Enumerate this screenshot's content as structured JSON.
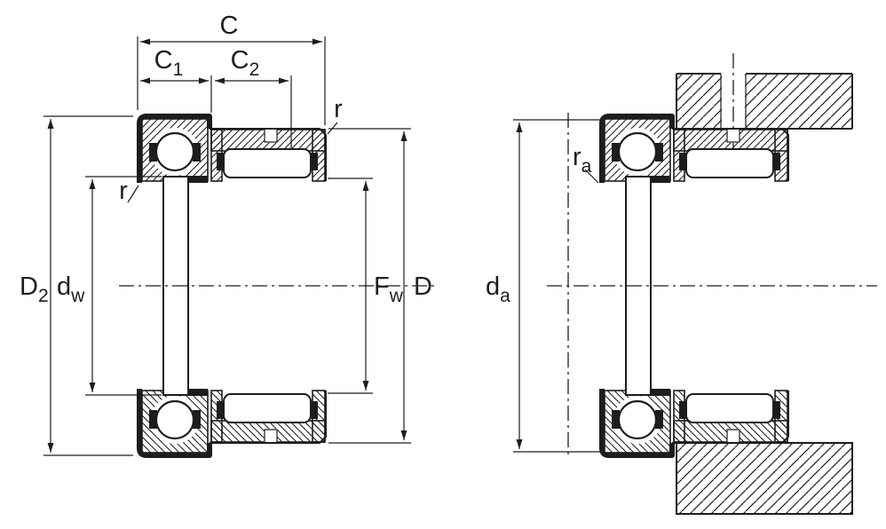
{
  "page": {
    "background": "#ffffff"
  },
  "drawing": {
    "line_color": "#1d1d1b",
    "left_view": {
      "dim_c": {
        "main": "C"
      },
      "dim_c1": {
        "main": "C",
        "sub": "1"
      },
      "dim_c2": {
        "main": "C",
        "sub": "2"
      },
      "dim_r_outer": {
        "main": "r"
      },
      "dim_r_inner": {
        "main": "r"
      },
      "dim_d2": {
        "main": "D",
        "sub": "2"
      },
      "dim_dw": {
        "main": "d",
        "sub": "w"
      },
      "dim_fw": {
        "main": "F",
        "sub": "w"
      },
      "dim_d_outer": {
        "main": "D"
      }
    },
    "right_view": {
      "dim_ra": {
        "main": "r",
        "sub": "a"
      },
      "dim_da": {
        "main": "d",
        "sub": "a"
      }
    }
  }
}
